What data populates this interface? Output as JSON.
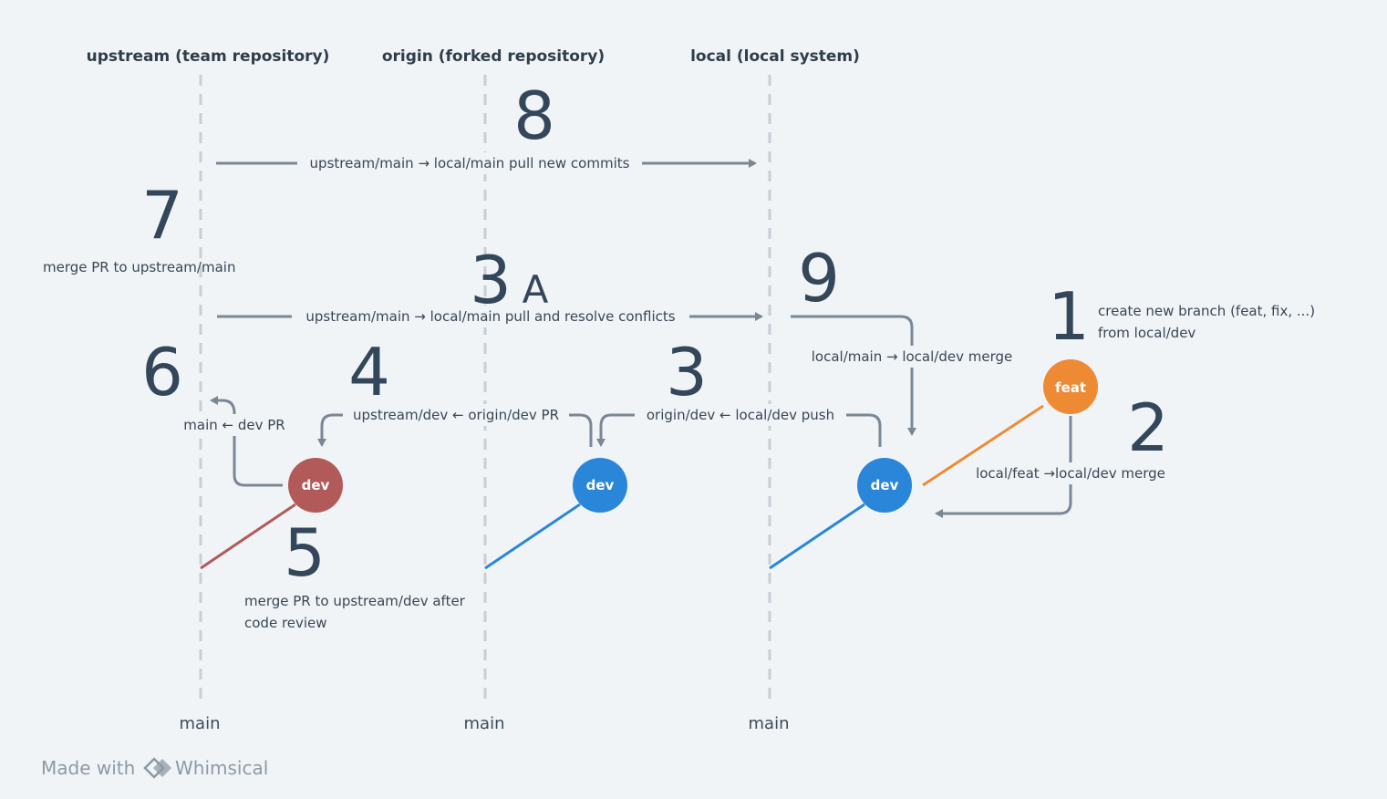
{
  "lanes": [
    {
      "title": "upstream (team repository)",
      "branch": "main"
    },
    {
      "title": "origin (forked repository)",
      "branch": "main"
    },
    {
      "title": "local (local system)",
      "branch": "main"
    }
  ],
  "nodes": {
    "upstream_dev": {
      "label": "dev",
      "color": "#b25a5a"
    },
    "origin_dev": {
      "label": "dev",
      "color": "#2a86d9"
    },
    "local_dev": {
      "label": "dev",
      "color": "#2a86d9"
    },
    "local_feat": {
      "label": "feat",
      "color": "#ee8a34"
    }
  },
  "steps": {
    "s1": {
      "num": "1",
      "text_line1": "create new branch (feat, fix, ...)",
      "text_line2": "from local/dev"
    },
    "s2": {
      "num": "2",
      "text": "local/feat →local/dev merge"
    },
    "s3": {
      "num": "3",
      "text": "origin/dev ← local/dev push"
    },
    "s3a": {
      "num": "3",
      "suffix": "A",
      "text": "upstream/main → local/main pull and resolve conflicts"
    },
    "s4": {
      "num": "4",
      "text": "upstream/dev ← origin/dev PR"
    },
    "s5": {
      "num": "5",
      "text_line1": "merge PR to upstream/dev after",
      "text_line2": "code review"
    },
    "s6": {
      "num": "6",
      "text": "main ← dev PR"
    },
    "s7": {
      "num": "7",
      "text": "merge PR to upstream/main"
    },
    "s8": {
      "num": "8",
      "text": "upstream/main → local/main pull new commits"
    },
    "s9": {
      "num": "9",
      "text": "local/main → local/dev merge"
    }
  },
  "colors": {
    "lane": "#c6ced6",
    "arrow": "#7b8794",
    "upstream_branch": "#b25a5a",
    "dev_branch": "#2a86d9",
    "feat_branch": "#ee8a34"
  },
  "watermark": {
    "prefix": "Made with",
    "brand": "Whimsical",
    "icon": "whimsical-logo-icon"
  }
}
